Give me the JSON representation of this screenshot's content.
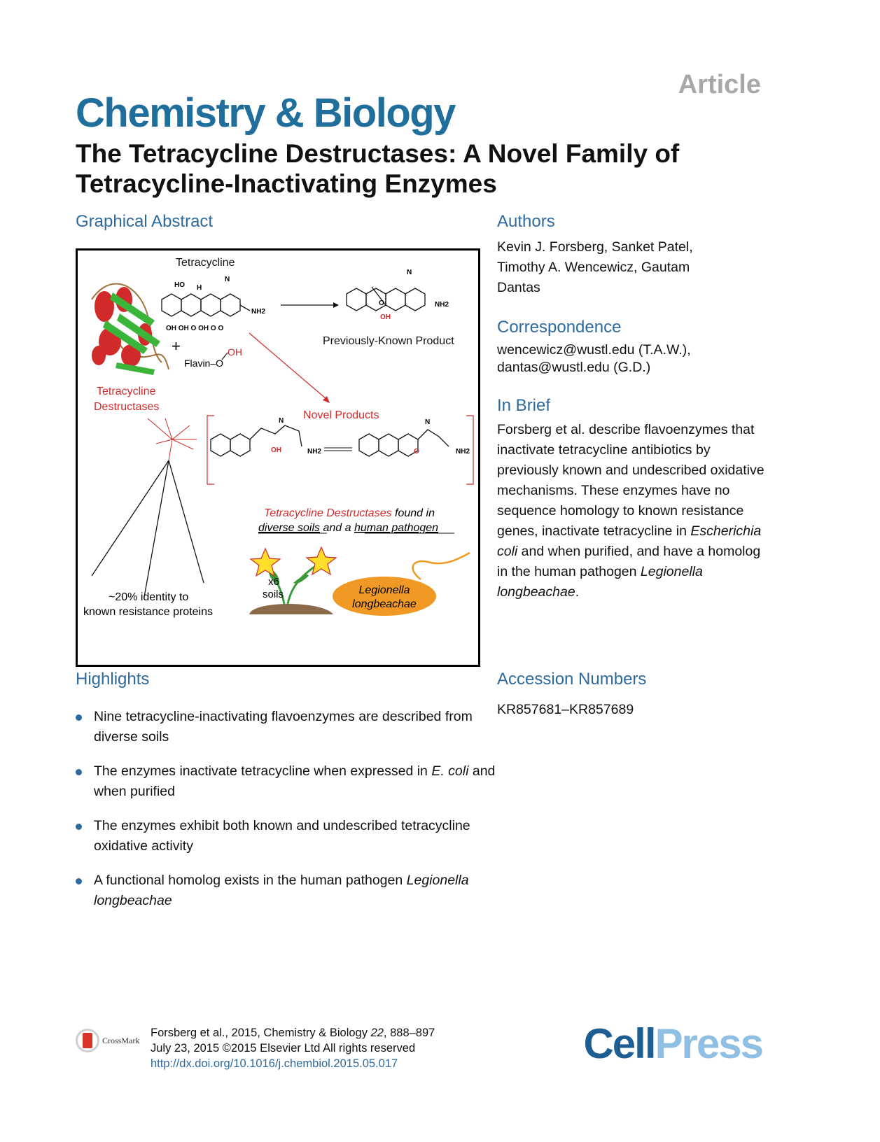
{
  "header": {
    "article_label": "Article",
    "journal": "Chemistry & Biology",
    "title": "The Tetracycline Destructases: A Novel Family of Tetracycline-Inactivating Enzymes"
  },
  "graphical_abstract": {
    "heading": "Graphical Abstract",
    "labels": {
      "tetracycline": "Tetracycline",
      "previously_known": "Previously-Known Product",
      "flavin": "Flavin–O",
      "oh": "OH",
      "plus": "+",
      "destructases_1": "Tetracycline",
      "destructases_2": "Destructases",
      "novel_products": "Novel Products",
      "found_red": "Tetracycline Destructases",
      "found_rest": " found in",
      "diverse_soils": "diverse soils",
      "and_a": " and a ",
      "human_pathogen": "human pathogen",
      "identity_1": "~20% identity to",
      "identity_2": "known resistance proteins",
      "x6": "x6",
      "soils": "soils",
      "legionella_1": "Legionella",
      "legionella_2": "longbeachae",
      "chem_ho": "HO",
      "chem_h": "H",
      "chem_n": "N",
      "chem_nh2": "NH2",
      "chem_oh_o": "OH OH O OH O O",
      "chem_o": "O"
    }
  },
  "authors": {
    "heading": "Authors",
    "lines": [
      "Kevin J. Forsberg, Sanket Patel,",
      "Timothy A. Wencewicz, Gautam",
      "Dantas"
    ]
  },
  "correspondence": {
    "heading": "Correspondence",
    "lines": [
      "wencewicz@wustl.edu (T.A.W.),",
      "dantas@wustl.edu (G.D.)"
    ]
  },
  "in_brief": {
    "heading": "In Brief",
    "part1": "Forsberg et al. describe flavoenzymes that inactivate tetracycline antibiotics by previously known and undescribed oxidative mechanisms. These enzymes have no sequence homology to known resistance genes, inactivate tetracycline in ",
    "italic1": "Escherichia coli",
    "part2": " and when purified, and have a homolog in the human pathogen ",
    "italic2": "Legionella longbeachae",
    "part3": "."
  },
  "highlights": {
    "heading": "Highlights",
    "h1": "Nine tetracycline-inactivating flavoenzymes are described from diverse soils",
    "h2a": "The enzymes inactivate tetracycline when expressed in ",
    "h2i": "E. coli",
    "h2b": " and when purified",
    "h3": "The enzymes exhibit both known and undescribed tetracycline oxidative activity",
    "h4a": "A functional homolog exists in the human pathogen ",
    "h4i": "Legionella longbeachae"
  },
  "accession": {
    "heading": "Accession Numbers",
    "value": "KR857681–KR857689"
  },
  "footer": {
    "line1a": "Forsberg et al., 2015, Chemistry & Biology ",
    "line1i": "22",
    "line1b": ", 888–897",
    "line2": "July 23, 2015 ©2015 Elsevier Ltd All rights reserved",
    "doi": "http://dx.doi.org/10.1016/j.chembiol.2015.05.017",
    "crossmark": "CrossMark",
    "logo_cell": "Cell",
    "logo_press": "Press"
  }
}
